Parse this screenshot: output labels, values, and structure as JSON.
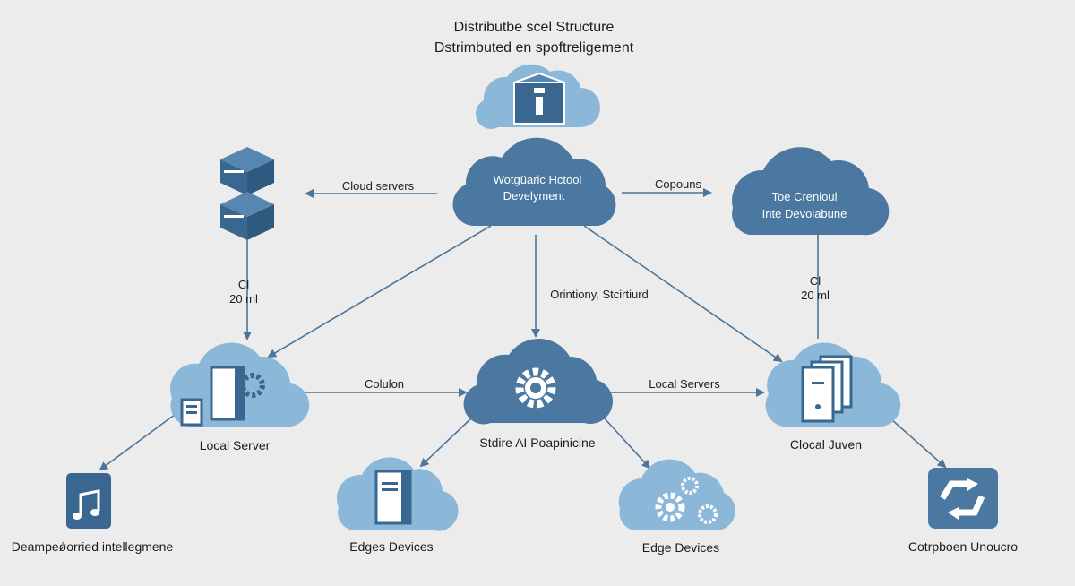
{
  "header": {
    "title_line1": "Distributbe scel Structure",
    "title_line2": "Dstrimbuted en spoftreligement"
  },
  "colors": {
    "background": "#ececec",
    "cloud_light": "#8bb7d8",
    "cloud_dark": "#4a78a0",
    "icon_dark": "#3a678f",
    "arrow": "#4d7599",
    "text": "#1b1b1b"
  },
  "nodes": {
    "top_cloud": {
      "icon": "box-icon"
    },
    "center_cloud": {
      "line1": "Wotgüaric Hctool",
      "line2": "Develyment",
      "icon": "cloud-icon"
    },
    "right_cloud": {
      "line1": "Toe Crenioul",
      "line2": "Inte Devoiabune",
      "icon": "cloud-icon"
    },
    "server_stack": {
      "icon": "server-stack-icon"
    },
    "local_server": {
      "label": "Local Server",
      "icon": "server-gear-icon"
    },
    "ai_platform": {
      "label": "Stdire AI Poapinicine",
      "icon": "gear-icon"
    },
    "local_servers_right": {
      "label": "Clocal Juven",
      "icon": "server-cabinet-icon"
    },
    "music_node": {
      "label": "Deampeǿorried intellegmene",
      "icon": "music-note-icon"
    },
    "edge_devices_left": {
      "label": "Edges Devices",
      "icon": "server-tower-icon"
    },
    "edge_devices_right": {
      "label": "Edge Devices",
      "icon": "gears-icon"
    },
    "recycle_node": {
      "label": "Cotrpboen Unoucro",
      "icon": "recycle-icon"
    }
  },
  "edges": {
    "cloud_servers": "Cloud servers",
    "copouns": "Copouns",
    "ci_left_line1": "Cl",
    "ci_left_line2": "20 ml",
    "ci_right_line1": "Cl",
    "ci_right_line2": "20 ml",
    "orientation": "Orintiony, Stcirtiurd",
    "coluloon": "Colulon",
    "local_servers": "Local Servers"
  }
}
